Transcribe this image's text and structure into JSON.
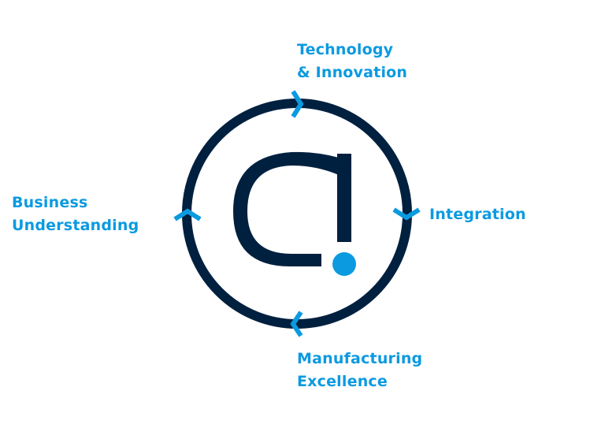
{
  "colors": {
    "navy": "#00203f",
    "accent_blue": "#0b9ae0",
    "background": "#ffffff"
  },
  "logo": {
    "glyph": "a",
    "icon": "letter-a-with-dot-logo"
  },
  "stages": [
    {
      "position": "top",
      "line1": "Technology",
      "line2": "& Innovation",
      "arrow": "chevron-right-icon"
    },
    {
      "position": "right",
      "line1": "Integration",
      "line2": "",
      "arrow": "chevron-down-icon"
    },
    {
      "position": "bottom",
      "line1": "Manufacturing",
      "line2": "Excellence",
      "arrow": "chevron-left-icon"
    },
    {
      "position": "left",
      "line1": "Business",
      "line2": "Understanding",
      "arrow": "chevron-up-icon"
    }
  ],
  "cycle_direction": "clockwise"
}
